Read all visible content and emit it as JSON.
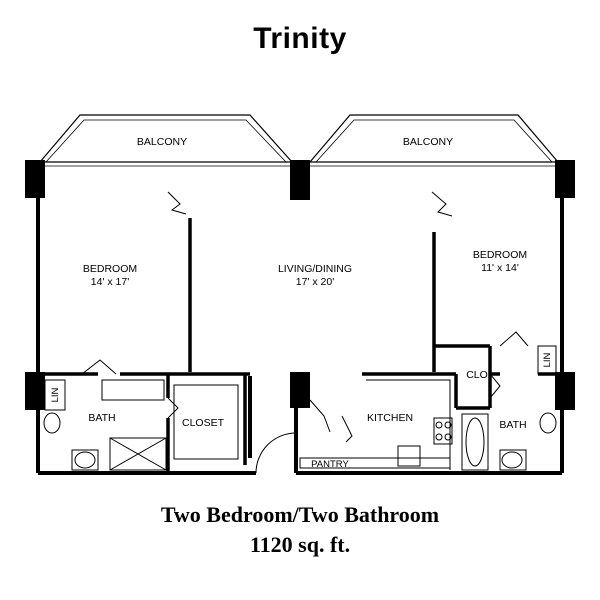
{
  "plan": {
    "title": "Trinity",
    "unit_type": "Two Bedroom/Two Bathroom",
    "area": "1120 sq. ft."
  },
  "rooms": {
    "balcony_left": "BALCONY",
    "balcony_right": "BALCONY",
    "bedroom_left": {
      "name": "BEDROOM",
      "size": "14' x 17'"
    },
    "living_dining": {
      "name": "LIVING/DINING",
      "size": "17' x 20'"
    },
    "bedroom_right": {
      "name": "BEDROOM",
      "size": "11' x 14'"
    },
    "bath_left": "BATH",
    "closet": "CLOSET",
    "kitchen": "KITCHEN",
    "clo": "CLO",
    "bath_right": "BATH",
    "pantry": "PANTRY",
    "lin_left": "LIN",
    "lin_right": "LIN"
  }
}
